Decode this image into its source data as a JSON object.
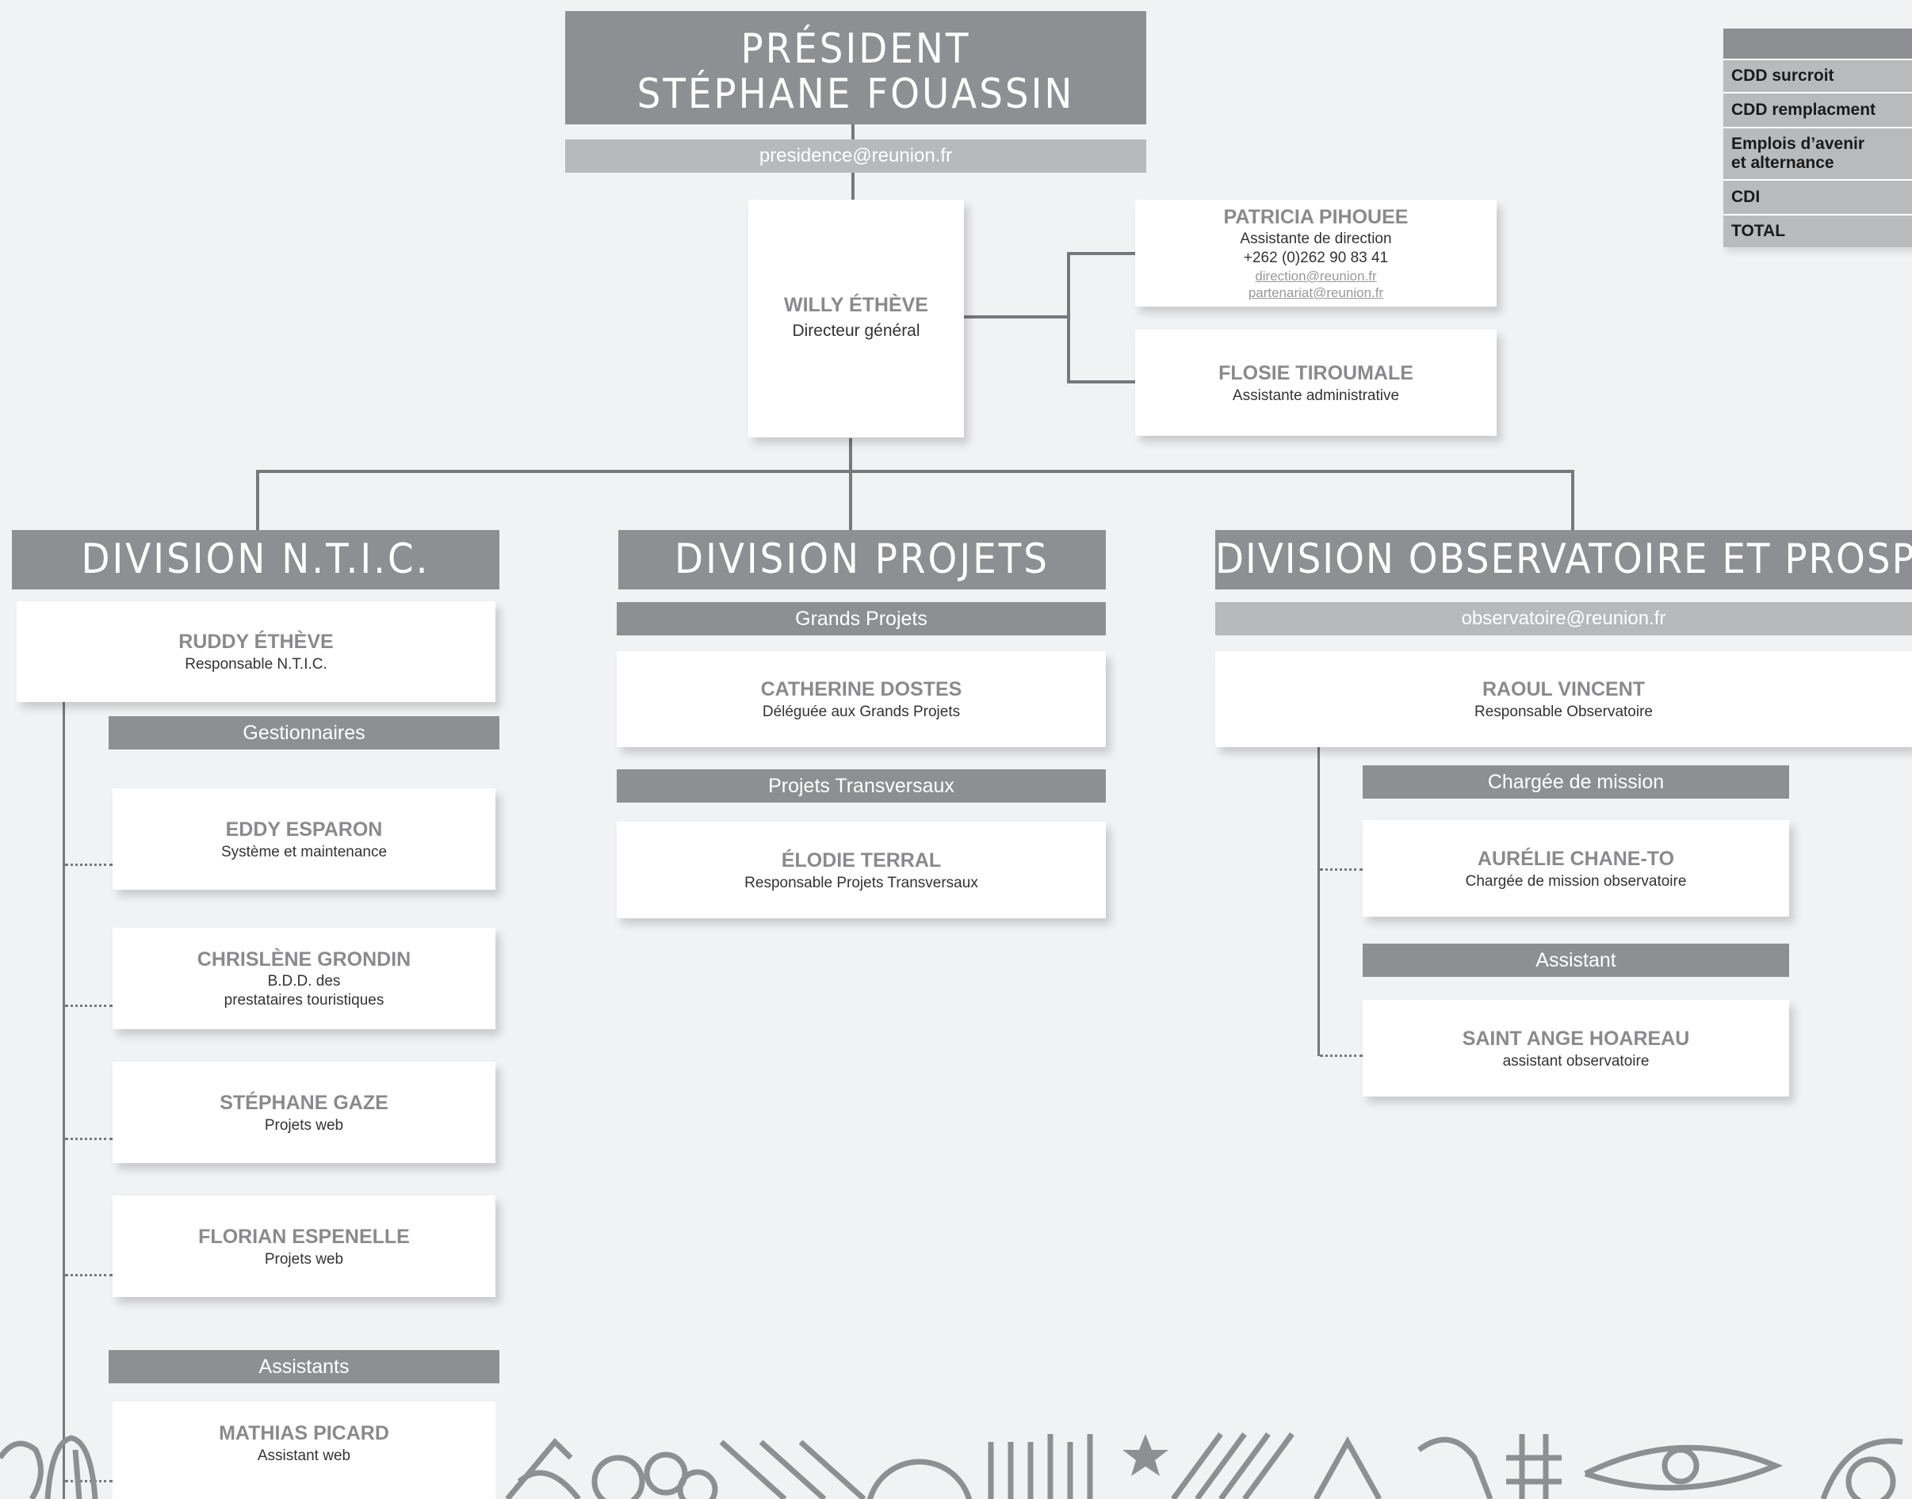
{
  "president": {
    "title": "PRÉSIDENT",
    "name": "STÉPHANE FOUASSIN",
    "email": "presidence@reunion.fr"
  },
  "director": {
    "name": "WILLY ÉTHÈVE",
    "role": "Directeur général"
  },
  "assistants_top": [
    {
      "name": "PATRICIA PIHOUEE",
      "role": "Assistante de direction",
      "phone": "+262 (0)262 90 83 41",
      "links": [
        "direction@reunion.fr",
        "partenariat@reunion.fr"
      ]
    },
    {
      "name": "FLOSIE TIROUMALE",
      "role": "Assistante administrative"
    }
  ],
  "divisions": {
    "ntic": {
      "title": "DIVISION N.T.I.C.",
      "head": {
        "name": "RUDDY ÉTHÈVE",
        "role": "Responsable N.T.I.C."
      },
      "gestionnaires_label": "Gestionnaires",
      "gestionnaires": [
        {
          "name": "EDDY ESPARON",
          "role": "Système et maintenance"
        },
        {
          "name": "CHRISLÈNE GRONDIN",
          "role_line1": "B.D.D. des",
          "role_line2": "prestataires touristiques"
        },
        {
          "name": "STÉPHANE GAZE",
          "role": "Projets web"
        },
        {
          "name": "FLORIAN ESPENELLE",
          "role": "Projets web"
        }
      ],
      "assistants_label": "Assistants",
      "assistants": [
        {
          "name": "MATHIAS PICARD",
          "role": "Assistant web"
        }
      ]
    },
    "projets": {
      "title": "DIVISION PROJETS",
      "grands_label": "Grands Projets",
      "grands": {
        "name": "CATHERINE DOSTES",
        "role": "Déléguée aux Grands Projets"
      },
      "transversaux_label": "Projets Transversaux",
      "transversaux": {
        "name": "ÉLODIE TERRAL",
        "role": "Responsable Projets Transversaux"
      }
    },
    "observatoire": {
      "title": "DIVISION OBSERVATOIRE ET PROSPECTIVES",
      "email": "observatoire@reunion.fr",
      "head": {
        "name": "RAOUL VINCENT",
        "role": "Responsable Observatoire"
      },
      "mission_label": "Chargée de mission",
      "mission": {
        "name": "AURÉLIE CHANE-TO",
        "role": "Chargée de mission observatoire"
      },
      "assistant_label": "Assistant",
      "assistant": {
        "name": "SAINT ANGE HOAREAU",
        "role": "assistant observatoire"
      }
    }
  },
  "legend": {
    "rows": [
      {
        "label": "CDD surcroit"
      },
      {
        "label": "CDD remplacment"
      },
      {
        "label_line1": "Emplois d’avenir",
        "label_line2": "et alternance"
      },
      {
        "label": "CDI"
      },
      {
        "label": "TOTAL"
      }
    ]
  },
  "colors": {
    "header_gray": "#8e8f92",
    "light_gray": "#b8b9bb",
    "background": "#f1f2f4",
    "name_gray": "#8a8a8c",
    "line": "#77787b"
  }
}
